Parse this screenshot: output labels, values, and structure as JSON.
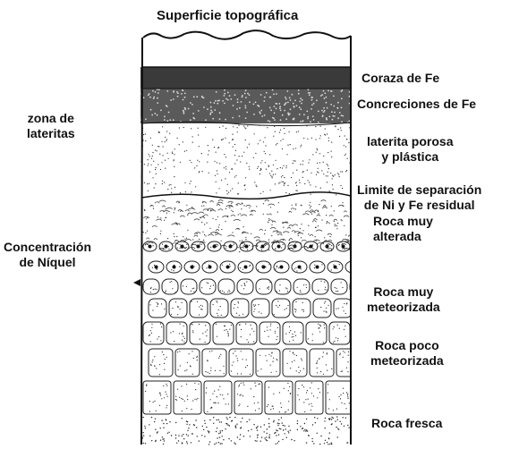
{
  "title": "Superficie topográfica",
  "left_labels": {
    "laterite_zone": [
      "zona de",
      "lateritas"
    ],
    "nickel_concentration": [
      "Concentración",
      "de Níquel"
    ]
  },
  "layers": [
    {
      "id": "iron-crust",
      "label": [
        "Coraza de Fe"
      ]
    },
    {
      "id": "iron-concretions",
      "label": [
        "Concreciones de Fe"
      ]
    },
    {
      "id": "porous-laterite",
      "label": [
        "laterita porosa",
        "y plástica"
      ]
    },
    {
      "id": "separation-limit",
      "label": [
        "Limite de separación",
        "de Ni y Fe residual"
      ]
    },
    {
      "id": "very-altered-rock",
      "label": [
        "Roca muy",
        "alterada"
      ]
    },
    {
      "id": "very-weathered-rock",
      "label": [
        "Roca muy",
        "meteorizada"
      ]
    },
    {
      "id": "slightly-weathered-rock",
      "label": [
        "Roca poco",
        "meteorizada"
      ]
    },
    {
      "id": "fresh-rock",
      "label": [
        "Roca fresca"
      ]
    }
  ],
  "colors": {
    "ink": "#111111",
    "crust": "#3a3a3a",
    "concretion": "#5a5a5a",
    "background": "#ffffff"
  }
}
